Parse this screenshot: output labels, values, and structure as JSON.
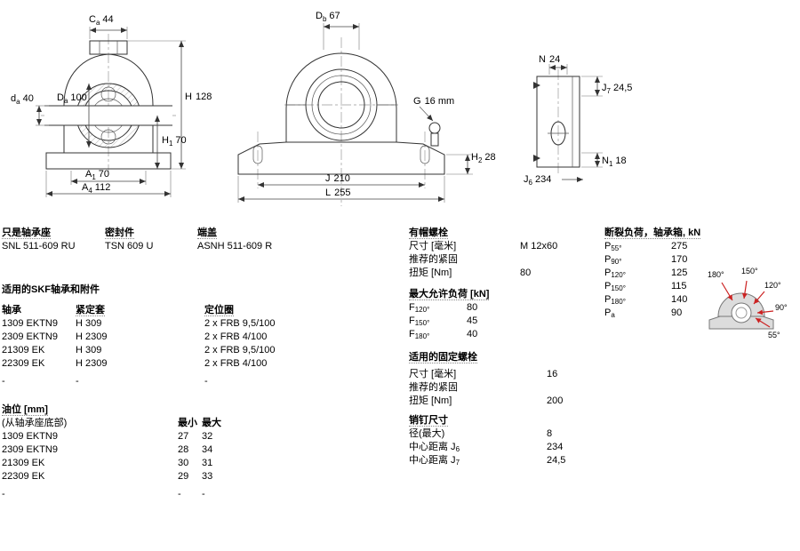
{
  "drawings": {
    "front_section": {
      "dims": {
        "Ca": {
          "base": "C",
          "sub": "a",
          "value": "44"
        },
        "da": {
          "base": "d",
          "sub": "a",
          "value": "40"
        },
        "Da": {
          "base": "D",
          "sub": "a",
          "value": "100"
        },
        "H": {
          "base": "H",
          "value": "128"
        },
        "H1": {
          "base": "H",
          "sub": "1",
          "value": "70"
        },
        "A1": {
          "base": "A",
          "sub": "1",
          "value": "70"
        },
        "A4": {
          "base": "A",
          "sub": "4",
          "value": "112"
        }
      }
    },
    "front_view": {
      "dims": {
        "Db": {
          "base": "D",
          "sub": "b",
          "value": "67"
        },
        "G": {
          "base": "G",
          "value": "16 mm"
        },
        "H2": {
          "base": "H",
          "sub": "2",
          "value": "28"
        },
        "J": {
          "base": "J",
          "value": "210"
        },
        "L": {
          "base": "L",
          "value": "255"
        }
      }
    },
    "side_view": {
      "dims": {
        "N": {
          "base": "N",
          "value": "24"
        },
        "J7": {
          "base": "J",
          "sub": "7",
          "value": "24,5"
        },
        "N1": {
          "base": "N",
          "sub": "1",
          "value": "18"
        },
        "J6": {
          "base": "J",
          "sub": "6",
          "value": "234"
        }
      }
    },
    "load_diagram": {
      "angles": [
        "180°",
        "150°",
        "120°",
        "90°",
        "55°"
      ],
      "arrow_color": "#cc2222"
    }
  },
  "designation": {
    "housing_label": "只是轴承座",
    "housing_value": "SNL 511-609 RU",
    "seal_label": "密封件",
    "seal_value": "TSN 609 U",
    "end_cover_label": "端盖",
    "end_cover_value": "ASNH 511-609 R"
  },
  "bearings_section": {
    "title": "适用的SKF轴承和附件",
    "col_bearing": "轴承",
    "col_sleeve": "紧定套",
    "col_ring": "定位圈",
    "rows": [
      {
        "bearing": "1309 EKTN9",
        "sleeve": "H 309",
        "ring": "2 x FRB 9,5/100"
      },
      {
        "bearing": "2309 EKTN9",
        "sleeve": "H 2309",
        "ring": "2 x FRB 4/100"
      },
      {
        "bearing": "21309 EK",
        "sleeve": "H 309",
        "ring": "2 x FRB 9,5/100"
      },
      {
        "bearing": "22309 EK",
        "sleeve": "H 2309",
        "ring": "2 x FRB 4/100"
      },
      {
        "bearing": "-",
        "sleeve": "-",
        "ring": "-"
      }
    ]
  },
  "oil_section": {
    "title": "油位 [mm]",
    "subtitle": "(从轴承座底部)",
    "col_min": "最小",
    "col_max": "最大",
    "rows": [
      {
        "bearing": "1309 EKTN9",
        "min": "27",
        "max": "32"
      },
      {
        "bearing": "2309 EKTN9",
        "min": "28",
        "max": "34"
      },
      {
        "bearing": "21309 EK",
        "min": "30",
        "max": "31"
      },
      {
        "bearing": "22309 EK",
        "min": "29",
        "max": "33"
      },
      {
        "bearing": "-",
        "min": "-",
        "max": "-"
      }
    ]
  },
  "cap_bolts": {
    "title": "有帽螺栓",
    "size_label": "尺寸 [毫米]",
    "size_value": "M 12x60",
    "torque_label_1": "推荐的紧固",
    "torque_label_2": "扭矩 [Nm]",
    "torque_value": "80"
  },
  "max_load": {
    "title": "最大允许负荷 [kN]",
    "rows": [
      {
        "base": "F",
        "sub": "120°",
        "value": "80"
      },
      {
        "base": "F",
        "sub": "150°",
        "value": "45"
      },
      {
        "base": "F",
        "sub": "180°",
        "value": "40"
      }
    ]
  },
  "attachment_bolts": {
    "title": "适用的固定螺栓",
    "size_label": "尺寸 [毫米]",
    "size_value": "16",
    "torque_label_1": "推荐的紧固",
    "torque_label_2": "扭矩 [Nm]",
    "torque_value": "200"
  },
  "pin_dims": {
    "title": "销钉尺寸",
    "rows": [
      {
        "label": "径(最大)",
        "sub": "",
        "value": "8"
      },
      {
        "label": "中心距离 J",
        "sub": "6",
        "value": "234"
      },
      {
        "label": "中心距离 J",
        "sub": "7",
        "value": "24,5"
      }
    ]
  },
  "breaking_loads": {
    "title": "断裂负荷，轴承箱, kN",
    "rows": [
      {
        "base": "P",
        "sub": "55°",
        "value": "275"
      },
      {
        "base": "P",
        "sub": "90°",
        "value": "170"
      },
      {
        "base": "P",
        "sub": "120°",
        "value": "125"
      },
      {
        "base": "P",
        "sub": "150°",
        "value": "115"
      },
      {
        "base": "P",
        "sub": "180°",
        "value": "140"
      },
      {
        "base": "P",
        "sub": "a",
        "value": "90"
      }
    ]
  }
}
